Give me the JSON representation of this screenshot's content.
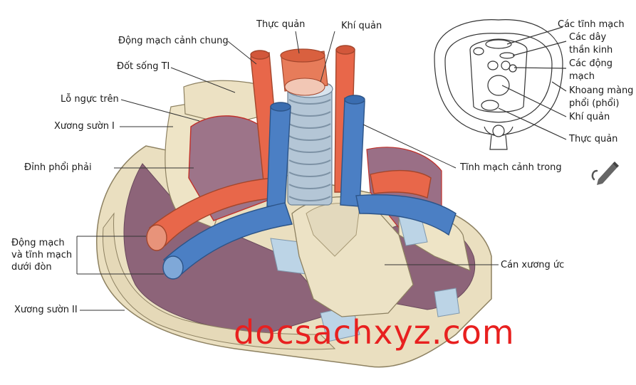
{
  "labels": {
    "thuc_quan_top": "Thực quản",
    "khi_quan_top": "Khí quản",
    "dong_mach_canh_chung": "Động mạch cảnh chung",
    "dot_song": "Đốt sống TI",
    "lo_nguc_tren": "Lỗ ngực trên",
    "xuong_suon_1": "Xương sườn I",
    "dinh_phoi_phai": "Đỉnh phổi phải",
    "dong_mach_tinh_mach_l1": "Động mạch",
    "dong_mach_tinh_mach_l2": "và tĩnh mạch",
    "dong_mach_tinh_mach_l3": "dưới đòn",
    "xuong_suon_2": "Xương sườn II",
    "tinh_mach_canh_trong": "Tĩnh mạch cảnh trong",
    "can_xuong_uc": "Cán xương ức"
  },
  "inset_labels": {
    "cac_tinh_mach": "Các tĩnh mạch",
    "cac_day_l1": "Các dây",
    "cac_day_l2": "thần kinh",
    "cac_dong_l1": "Các động",
    "cac_dong_l2": "mạch",
    "khoang_l1": "Khoang màng",
    "khoang_l2": "phổi (phổi)",
    "khi_quan": "Khí quản",
    "thuc_quan": "Thực quản"
  },
  "watermark": "docsachxyz.com",
  "icons": {
    "edit": "pencil-edit-icon"
  },
  "colors": {
    "bone": "#ede2c4",
    "lung": "#9a6f86",
    "artery": "#e8674a",
    "vein": "#4b7fc4",
    "cartilage": "#b9d4e6",
    "watermark": "#e8201f"
  }
}
